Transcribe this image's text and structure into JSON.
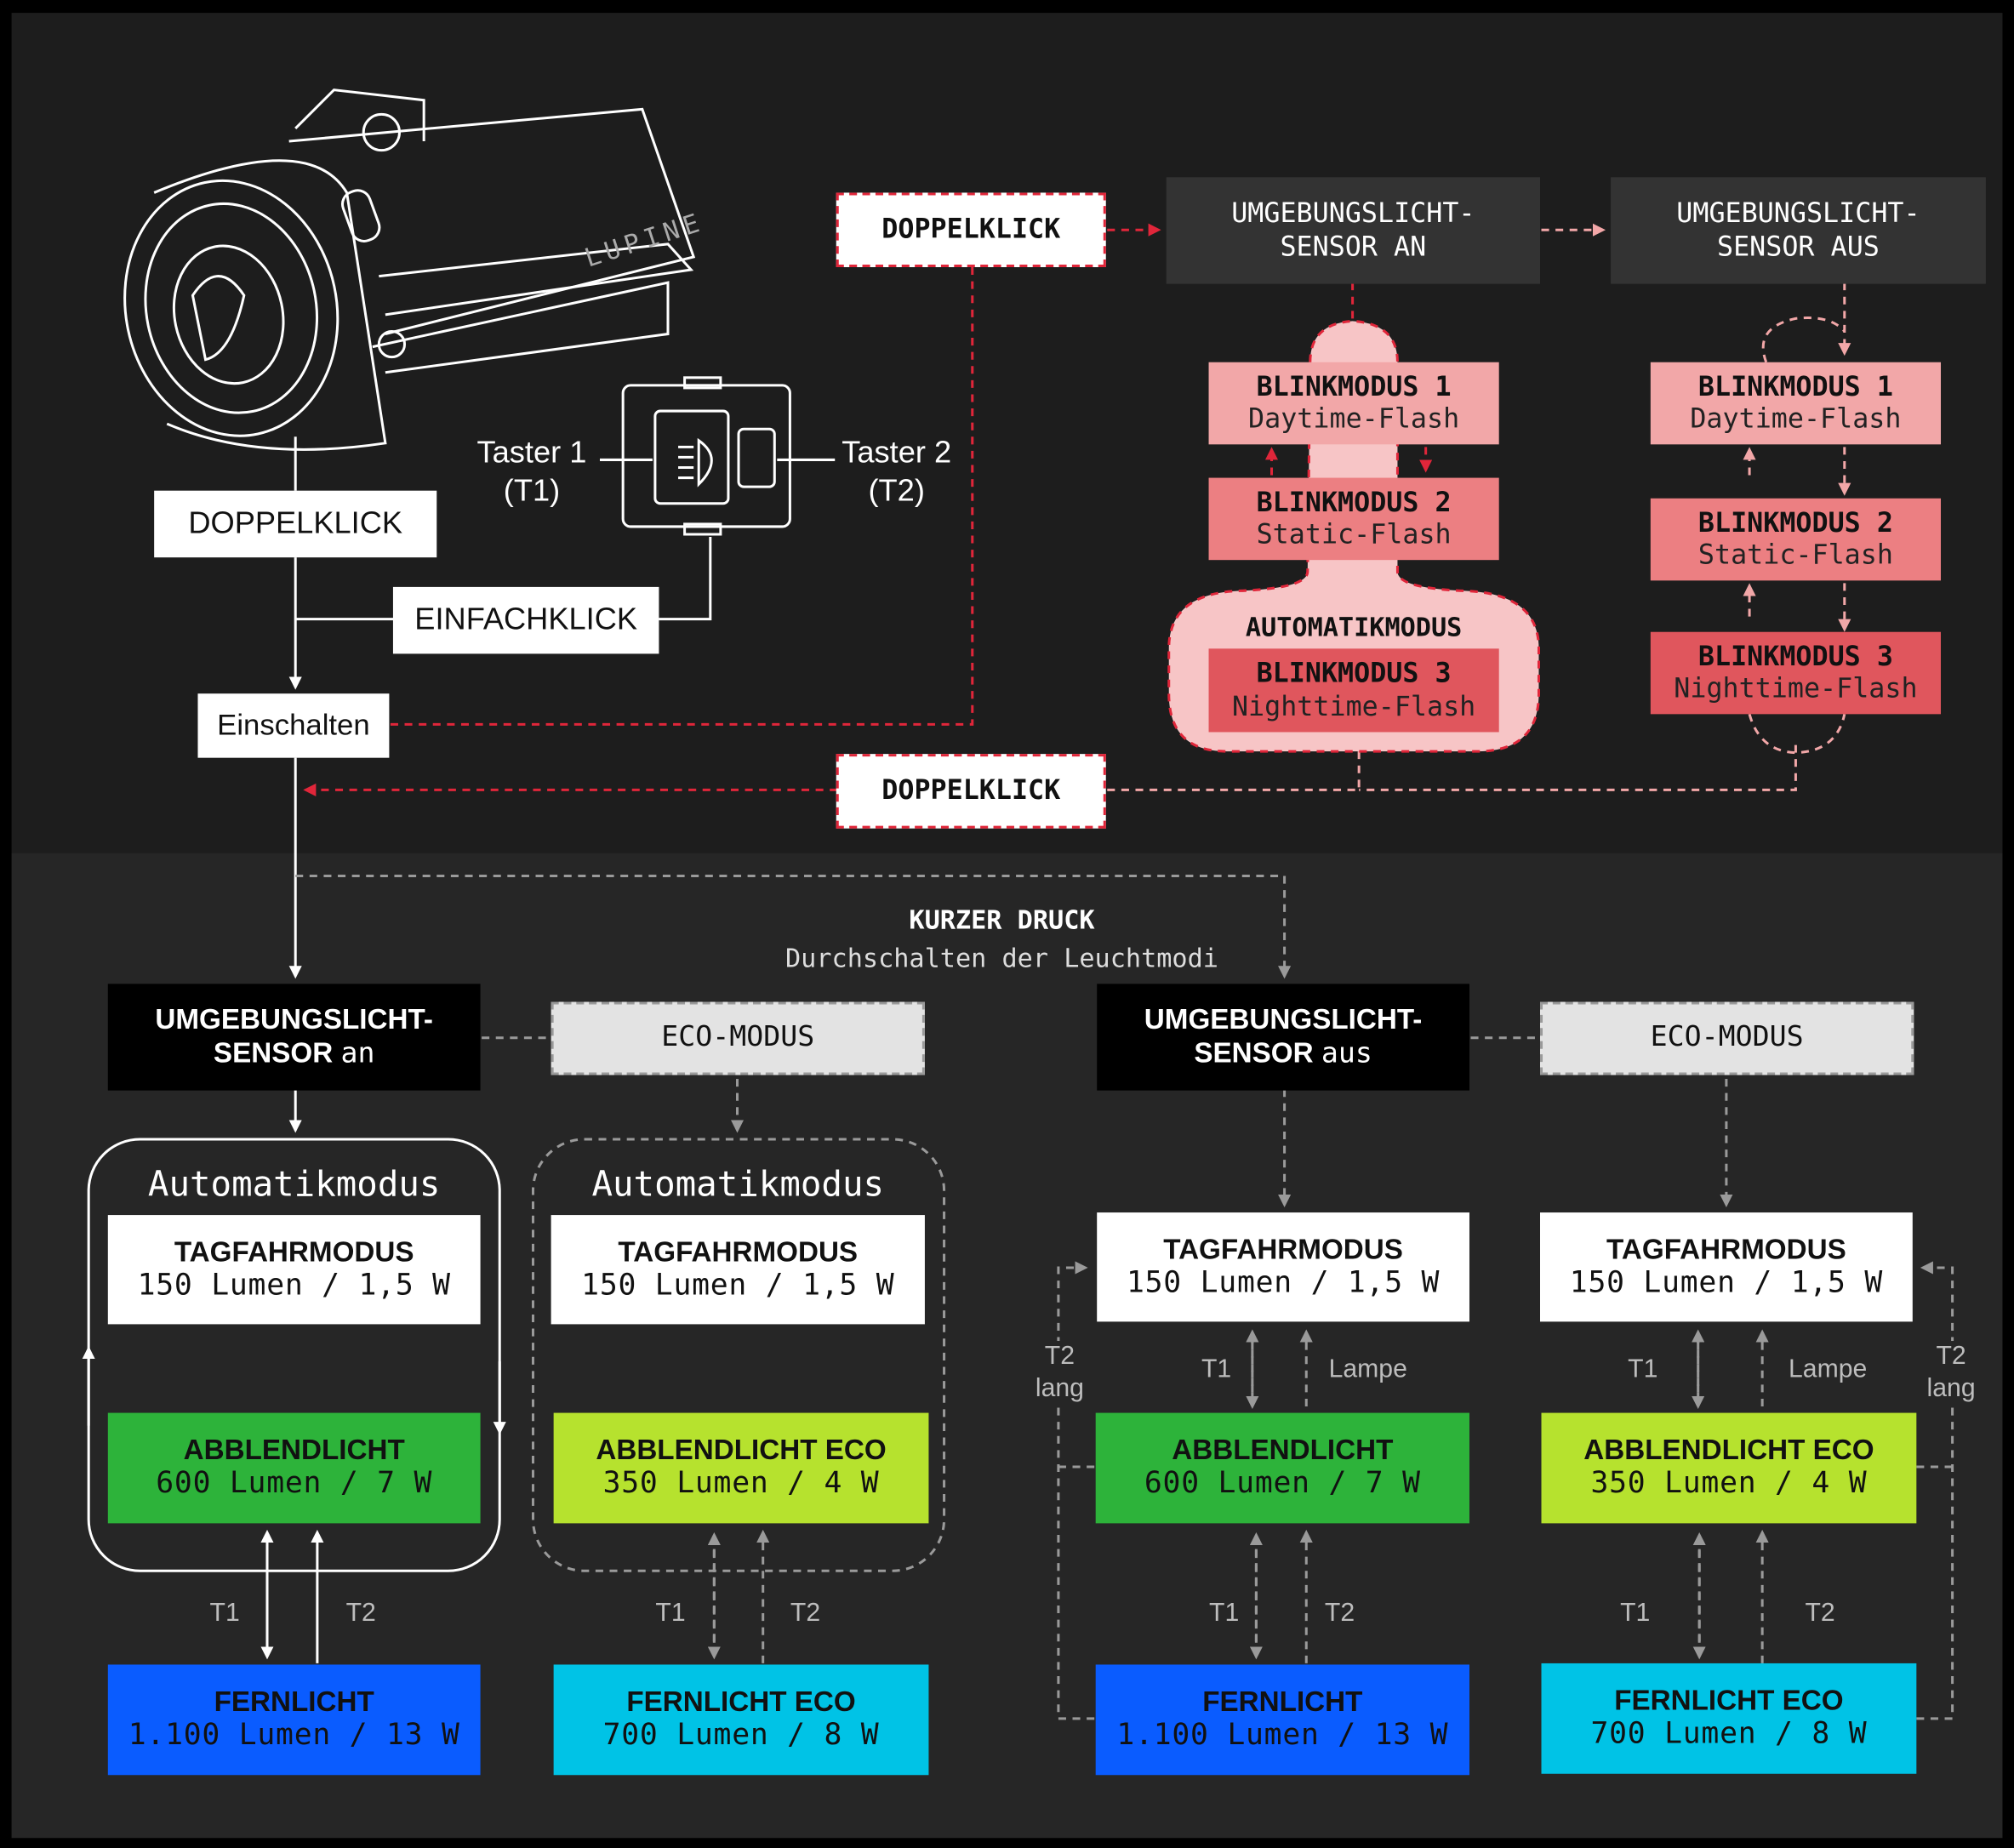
{
  "lamp": {
    "brand": "LUPINE",
    "remote": {
      "taster1": "Taster 1",
      "taster1_short": "(T1)",
      "taster2": "Taster 2",
      "taster2_short": "(T2)"
    }
  },
  "top": {
    "doppelklick_left": "DOPPELKLICK",
    "einfachklick": "EINFACHKLICK",
    "einschalten": "Einschalten",
    "doppelklick_red_top": "DOPPELKLICK",
    "doppelklick_red_bottom": "DOPPELKLICK",
    "sensor_an_line1": "UMGEBUNGSLICHT-",
    "sensor_an_line2": "SENSOR AN",
    "sensor_aus_line1": "UMGEBUNGSLICHT-",
    "sensor_aus_line2": "SENSOR AUS",
    "automatik_label": "AUTOMATIKMODUS",
    "blink_an": [
      {
        "title": "BLINKMODUS 1",
        "sub": "Daytime-Flash",
        "color": "#f2a7a8"
      },
      {
        "title": "BLINKMODUS 2",
        "sub": "Static-Flash",
        "color": "#ec7f82"
      },
      {
        "title": "BLINKMODUS 3",
        "sub": "Nighttime-Flash",
        "color": "#e0565d"
      }
    ],
    "blink_aus": [
      {
        "title": "BLINKMODUS 1",
        "sub": "Daytime-Flash",
        "color": "#f2a7a8"
      },
      {
        "title": "BLINKMODUS 2",
        "sub": "Static-Flash",
        "color": "#ec7f82"
      },
      {
        "title": "BLINKMODUS 3",
        "sub": "Nighttime-Flash",
        "color": "#e0565d"
      }
    ]
  },
  "mid": {
    "kurzer_druck": "KURZER DRUCK",
    "durchschalten": "Durchschalten der Leuchtmodi"
  },
  "columns": [
    {
      "header_line1": "UMGEBUNGSLICHT-",
      "header_line2_bold": "SENSOR",
      "header_line2_light": "an",
      "automatik": "Automatikmodus",
      "tag": {
        "title": "TAGFAHRMODUS",
        "value": "150 Lumen / 1,5 W"
      },
      "abbl": {
        "title": "ABBLENDLICHT",
        "value": "600 Lumen / 7 W",
        "color": "#2db33a"
      },
      "fern": {
        "title": "FERNLICHT",
        "value": "1.100 Lumen / 13 W",
        "color": "#0a5cff"
      },
      "t1": "T1",
      "t2": "T2"
    },
    {
      "header": "ECO-MODUS",
      "automatik": "Automatikmodus",
      "tag": {
        "title": "TAGFAHRMODUS",
        "value": "150 Lumen / 1,5 W"
      },
      "abbl": {
        "title": "ABBLENDLICHT ECO",
        "value": "350 Lumen / 4 W",
        "color": "#b6e22e"
      },
      "fern": {
        "title": "FERNLICHT ECO",
        "value": "700 Lumen / 8 W",
        "color": "#00c3e6"
      },
      "t1": "T1",
      "t2": "T2"
    },
    {
      "header_line1": "UMGEBUNGSLICHT-",
      "header_line2_bold": "SENSOR",
      "header_line2_light": "aus",
      "tag": {
        "title": "TAGFAHRMODUS",
        "value": "150 Lumen / 1,5 W"
      },
      "abbl": {
        "title": "ABBLENDLICHT",
        "value": "600 Lumen / 7 W",
        "color": "#2db33a"
      },
      "fern": {
        "title": "FERNLICHT",
        "value": "1.100 Lumen / 13 W",
        "color": "#0a5cff"
      },
      "t1_up": "T1",
      "lampe": "Lampe",
      "t1": "T1",
      "t2": "T2",
      "t2_lang_1": "T2",
      "t2_lang_2": "lang"
    },
    {
      "header": "ECO-MODUS",
      "tag": {
        "title": "TAGFAHRMODUS",
        "value": "150 Lumen / 1,5 W"
      },
      "abbl": {
        "title": "ABBLENDLICHT ECO",
        "value": "350 Lumen / 4 W",
        "color": "#b6e22e"
      },
      "fern": {
        "title": "FERNLICHT ECO",
        "value": "700 Lumen / 8 W",
        "color": "#00c3e6"
      },
      "t1_up": "T1",
      "lampe": "Lampe",
      "t1": "T1",
      "t2": "T2",
      "t2_lang_1": "T2",
      "t2_lang_2": "lang"
    }
  ]
}
